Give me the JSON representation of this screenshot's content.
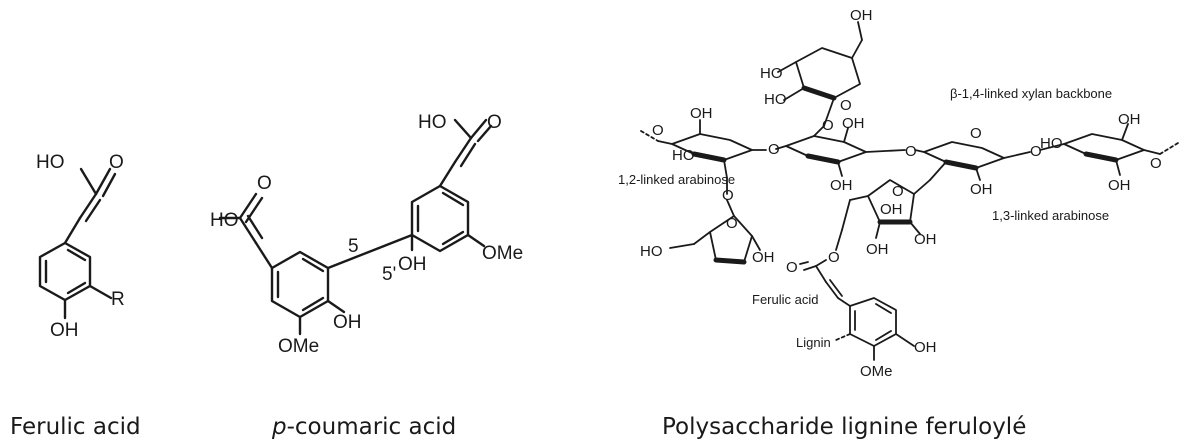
{
  "captions": {
    "ferulic": "Ferulic acid",
    "coumaric_italic": "p",
    "coumaric_rest": "-coumaric acid",
    "poly": "Polysaccharide lignine feruloylé"
  },
  "ferulic": {
    "ho": "HO",
    "o": "O",
    "r": "R",
    "oh": "OH"
  },
  "coumaric": {
    "ho1": "HO",
    "o1": "O",
    "ho2": "HO",
    "o2": "O",
    "pos5": "5",
    "pos5p": "5'",
    "oh1": "OH",
    "oh2": "OH",
    "ome1": "OMe",
    "ome2": "OMe"
  },
  "polysaccharide": {
    "xylan": "β-1,4-linked xylan backbone",
    "ara12": "1,2-linked arabinose",
    "ara13": "1,3-linked arabinose",
    "ferulic": "Ferulic acid",
    "lignin": "Lignin",
    "oh_top": "OH",
    "ho_a": "HO",
    "ho_b": "HO",
    "o_top": "O",
    "ho_c": "HO",
    "o_c": "O",
    "oh_c": "OH",
    "o_link1": "O",
    "o_link2": "O",
    "o_link3": "O",
    "o_r2": "O",
    "oh_r2": "OH",
    "oh_r2b": "OH",
    "o_r3": "O",
    "oh_r3": "OH",
    "ho_r4": "HO",
    "o_r4": "O",
    "oh_r4": "OH",
    "oh_r4b": "OH",
    "o_a1": "O",
    "o_a1b": "O",
    "oh_a1": "OH",
    "ho_a1": "HO",
    "o_a2": "O",
    "oh_a2": "OH",
    "oh_a2b": "OH",
    "oh_a2c": "OH",
    "o_ester": "O",
    "o_carb": "O",
    "oh_ph": "OH",
    "ome_ph": "OMe"
  }
}
